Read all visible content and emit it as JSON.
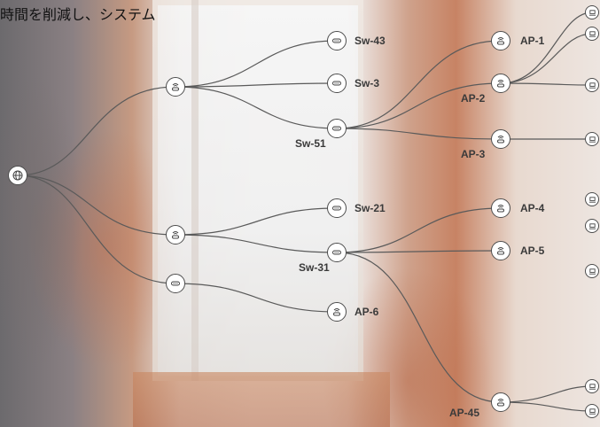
{
  "heading": "時間を削減し、システム",
  "labels": {
    "sw43": "Sw-43",
    "sw3": "Sw-3",
    "sw51": "Sw-51",
    "sw21": "Sw-21",
    "sw31": "Sw-31",
    "ap1": "AP-1",
    "ap2": "AP-2",
    "ap3": "AP-3",
    "ap4": "AP-4",
    "ap5": "AP-5",
    "ap6": "AP-6",
    "ap45": "AP-45"
  },
  "icons": {
    "globe": "globe-icon",
    "router": "router-icon",
    "switch": "switch-icon",
    "access_point": "access-point-icon",
    "laptop": "laptop-icon"
  },
  "colors": {
    "line": "#5a5a5a",
    "node_border": "#4d4d4d",
    "label": "#3a3a3a"
  }
}
